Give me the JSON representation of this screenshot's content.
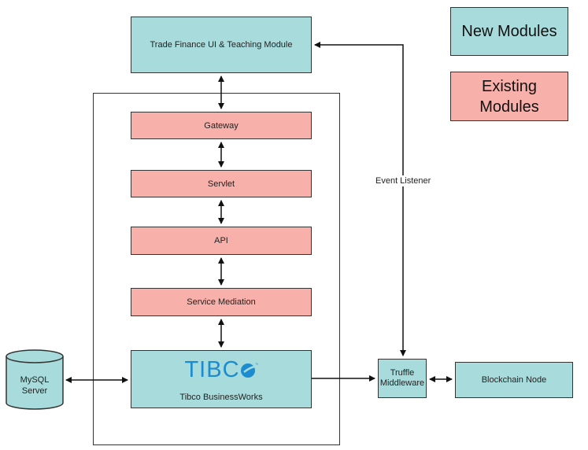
{
  "legend": {
    "new_label": "New Modules",
    "existing_label_1": "Existing",
    "existing_label_2": "Modules"
  },
  "nodes": {
    "ui": "Trade Finance UI & Teaching Module",
    "gateway": "Gateway",
    "servlet": "Servlet",
    "api": "API",
    "mediation": "Service Mediation",
    "tibco_logo": "TIBC",
    "tibco_label": "Tibco BusinessWorks",
    "mysql_1": "MySQL",
    "mysql_2": "Server",
    "truffle_1": "Truffle",
    "truffle_2": "Middleware",
    "blockchain": "Blockchain Node"
  },
  "edges": {
    "event_listener": "Event Listener"
  },
  "colors": {
    "new": "#a8dcdc",
    "existing": "#f7b1aa",
    "tibco_blue": "#1a8ccf"
  }
}
